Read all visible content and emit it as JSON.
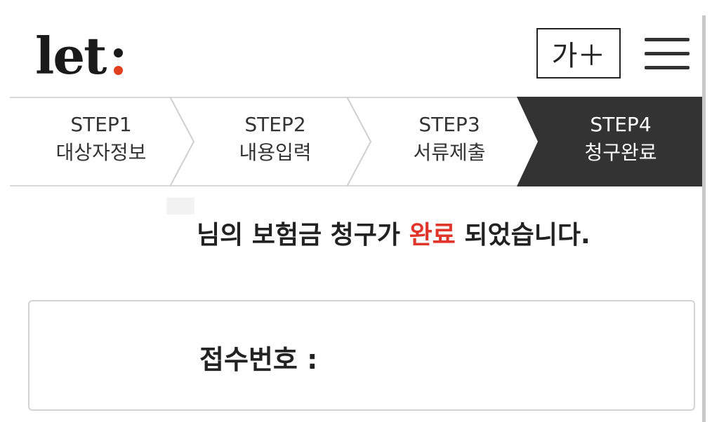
{
  "header": {
    "logo": "let",
    "font_size_button": "가＋",
    "menu_icon": "hamburger-menu-icon"
  },
  "steps": [
    {
      "num": "STEP1",
      "name": "대상자정보",
      "active": false
    },
    {
      "num": "STEP2",
      "name": "내용입력",
      "active": false
    },
    {
      "num": "STEP3",
      "name": "서류제출",
      "active": false
    },
    {
      "num": "STEP4",
      "name": "청구완료",
      "active": true
    }
  ],
  "message": {
    "before": "님의 보험금 청구가 ",
    "highlight": "완료",
    "after": " 되었습니다."
  },
  "receipt": {
    "label": "접수번호 :",
    "value": ""
  },
  "colors": {
    "accent": "#e0352b",
    "active_step_bg": "#333333",
    "logo_dot": "#e0401f"
  }
}
